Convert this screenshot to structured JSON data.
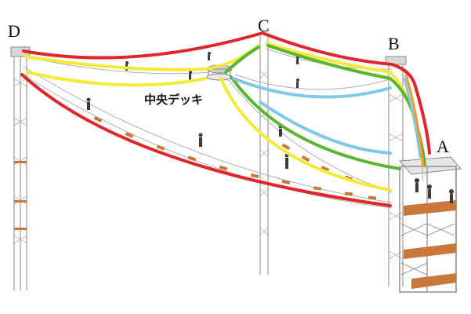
{
  "labels": {
    "a": "A",
    "b": "B",
    "c": "C",
    "d": "D",
    "center_deck": "中央デッキ"
  },
  "colors": {
    "red": "#e0262b",
    "yellow": "#f4ea3a",
    "green": "#5cb531",
    "blue": "#7fc8e6",
    "orange": "#f19a31",
    "tower": "#9a9a9a",
    "plank": "#c9773a"
  }
}
